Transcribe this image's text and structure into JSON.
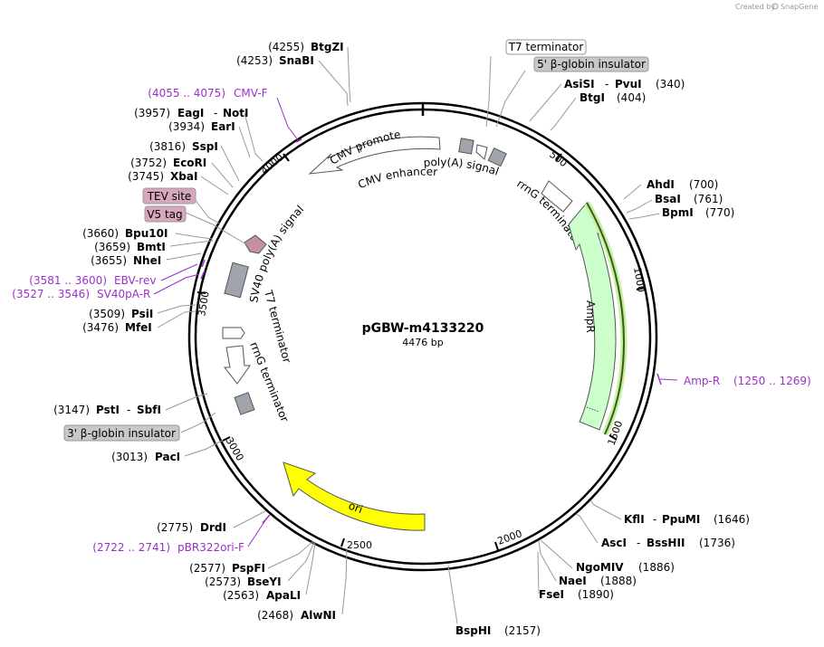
{
  "credit": {
    "prefix": "Created by",
    "brand": "SnapGene"
  },
  "plasmid": {
    "name": "pGBW-m4133220",
    "length": "4476 bp"
  },
  "colors": {
    "ori": "#ffff00",
    "ampr": "#ccffcc",
    "primer": "#9b30c8",
    "gray_box": "#a0a4ac",
    "pink_box": "#c58fa6"
  },
  "ticks": [
    "500",
    "1000",
    "1500",
    "2000",
    "2500",
    "3000",
    "3500",
    "4000"
  ],
  "features": {
    "cmv_promoter": "CMV promoter",
    "cmv_enhancer": "CMV enhancer",
    "polya": "poly(A) signal",
    "rrng_top": "rrnG terminator",
    "ampr": "AmpR",
    "ori": "ori",
    "sv40": "SV40 poly(A) signal",
    "t7_left": "T7 terminator",
    "rrng_left": "rrnG terminator"
  },
  "boxed_labels": {
    "t7": "T7 terminator",
    "beta5": "5' β-globin insulator",
    "tev": "TEV site",
    "v5": "V5 tag",
    "beta3": "3' β-globin insulator"
  },
  "sites": {
    "btgzi": {
      "pos": "(4255)",
      "name": "BtgZI"
    },
    "snabi": {
      "pos": "(4253)",
      "name": "SnaBI"
    },
    "eagi": {
      "pos": "(3957)",
      "name": "EagI",
      "name2": "NotI"
    },
    "eari": {
      "pos": "(3934)",
      "name": "EarI"
    },
    "sspi": {
      "pos": "(3816)",
      "name": "SspI"
    },
    "ecori": {
      "pos": "(3752)",
      "name": "EcoRI"
    },
    "xbai": {
      "pos": "(3745)",
      "name": "XbaI"
    },
    "bpu10i": {
      "pos": "(3660)",
      "name": "Bpu10I"
    },
    "bmti": {
      "pos": "(3659)",
      "name": "BmtI"
    },
    "nhei": {
      "pos": "(3655)",
      "name": "NheI"
    },
    "psii": {
      "pos": "(3509)",
      "name": "PsiI"
    },
    "mfei": {
      "pos": "(3476)",
      "name": "MfeI"
    },
    "psti": {
      "pos": "(3147)",
      "name": "PstI",
      "name2": "SbfI"
    },
    "paci": {
      "pos": "(3013)",
      "name": "PacI"
    },
    "drdi": {
      "pos": "(2775)",
      "name": "DrdI"
    },
    "pspfi": {
      "pos": "(2577)",
      "name": "PspFI"
    },
    "bseyi": {
      "pos": "(2573)",
      "name": "BseYI"
    },
    "apali": {
      "pos": "(2563)",
      "name": "ApaLI"
    },
    "alwni": {
      "pos": "(2468)",
      "name": "AlwNI"
    },
    "bsphi": {
      "pos": "(2157)",
      "name": "BspHI"
    },
    "asisi": {
      "pos": "(340)",
      "name": "AsiSI",
      "name2": "PvuI"
    },
    "btgi": {
      "pos": "(404)",
      "name": "BtgI"
    },
    "ahdi": {
      "pos": "(700)",
      "name": "AhdI"
    },
    "bsai": {
      "pos": "(761)",
      "name": "BsaI"
    },
    "bpmi": {
      "pos": "(770)",
      "name": "BpmI"
    },
    "kfli": {
      "pos": "(1646)",
      "name": "KflI",
      "name2": "PpuMI"
    },
    "asci": {
      "pos": "(1736)",
      "name": "AscI",
      "name2": "BssHII"
    },
    "ngomiv": {
      "pos": "(1886)",
      "name": "NgoMIV"
    },
    "naei": {
      "pos": "(1888)",
      "name": "NaeI"
    },
    "fsei": {
      "pos": "(1890)",
      "name": "FseI"
    }
  },
  "primers": {
    "cmvf": {
      "range": "(4055 .. 4075)",
      "name": "CMV-F"
    },
    "ebvrev": {
      "range": "(3581 .. 3600)",
      "name": "EBV-rev"
    },
    "sv40par": {
      "range": "(3527 .. 3546)",
      "name": "SV40pA-R"
    },
    "ampr": {
      "name": "Amp-R",
      "range": "(1250 .. 1269)"
    },
    "pbr322": {
      "range": "(2722 .. 2741)",
      "name": "pBR322ori-F"
    }
  }
}
